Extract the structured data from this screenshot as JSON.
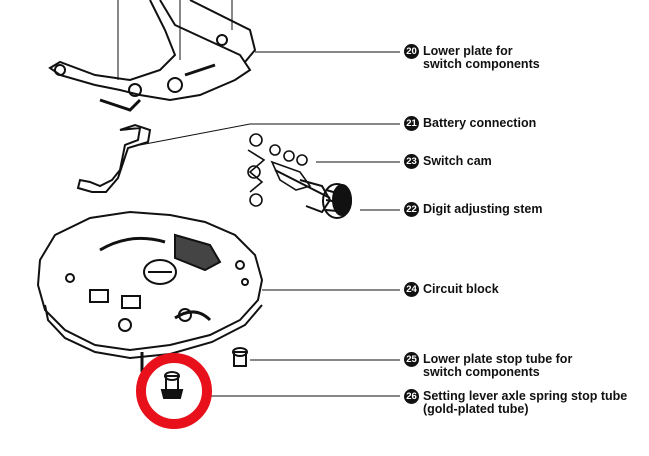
{
  "colors": {
    "ink": "#111111",
    "highlight": "#e8101a",
    "paper": "#ffffff"
  },
  "parts": [
    {
      "number": "20",
      "lines": [
        "Lower plate for",
        "switch components"
      ]
    },
    {
      "number": "21",
      "lines": [
        "Battery connection"
      ]
    },
    {
      "number": "23",
      "lines": [
        "Switch cam"
      ]
    },
    {
      "number": "22",
      "lines": [
        "Digit adjusting stem"
      ]
    },
    {
      "number": "24",
      "lines": [
        "Circuit block"
      ]
    },
    {
      "number": "25",
      "lines": [
        "Lower plate stop tube for",
        "switch components"
      ]
    },
    {
      "number": "26",
      "lines": [
        "Setting lever axle spring stop tube",
        "(gold-plated tube)"
      ]
    }
  ],
  "highlight": {
    "target_part": "26",
    "shape": "circle"
  }
}
